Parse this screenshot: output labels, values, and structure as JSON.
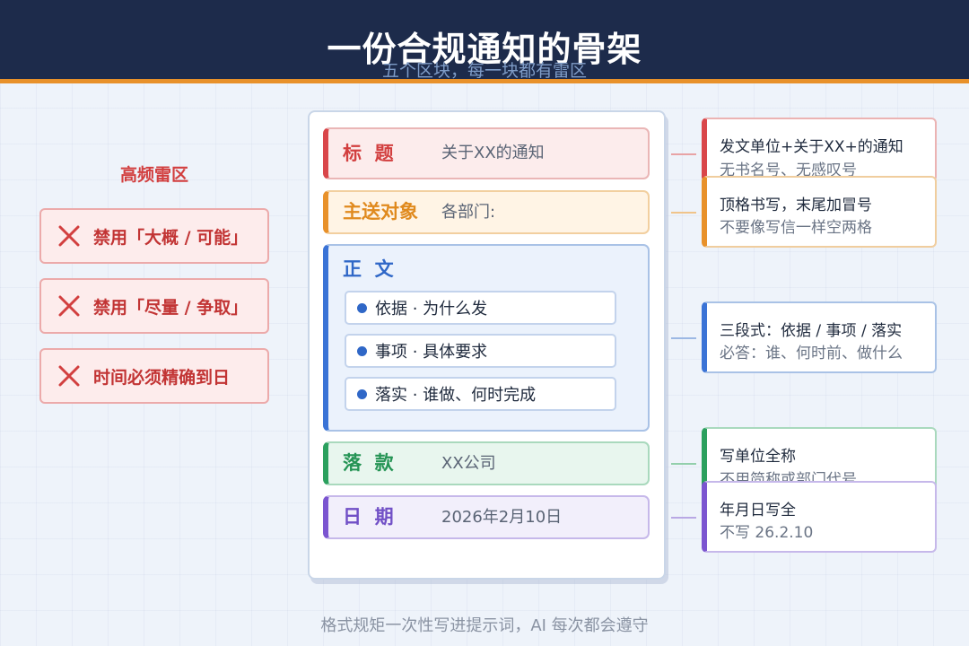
{
  "header": {
    "title": "一份合规通知的骨架",
    "subtitle": "五个区块，每一块都有雷区"
  },
  "warnings": {
    "title": "高频雷区",
    "items": [
      "禁用「大概 / 可能」",
      "禁用「尽量 / 争取」",
      "时间必须精确到日"
    ]
  },
  "document": {
    "title_section": {
      "label": "标  题",
      "value": "关于XX的通知"
    },
    "recipient_section": {
      "label": "主送对象",
      "value": "各部门:"
    },
    "body_section": {
      "label": "正  文",
      "items": [
        "依据 · 为什么发",
        "事项 · 具体要求",
        "落实 · 谁做、何时完成"
      ]
    },
    "signature_section": {
      "label": "落  款",
      "value": "XX公司"
    },
    "date_section": {
      "label": "日  期",
      "value": "2026年2月10日"
    }
  },
  "notes": {
    "title_note": {
      "line1": "发文单位+关于XX+的通知",
      "line2": "无书名号、无感叹号"
    },
    "recipient_note": {
      "line1": "顶格书写，末尾加冒号",
      "line2": "不要像写信一样空两格"
    },
    "body_note": {
      "line1": "三段式：依据 / 事项 / 落实",
      "line2": "必答：谁、何时前、做什么"
    },
    "signature_note": {
      "line1": "写单位全称",
      "line2": "不用简称或部门代号"
    },
    "date_note": {
      "line1": "年月日写全",
      "line2": "不写 26.2.10"
    }
  },
  "footer": {
    "text": "格式规矩一次性写进提示词，AI 每次都会遵守"
  },
  "icons": {
    "warning_icon": "x-icon",
    "bullet_icon": "dot-icon"
  },
  "colors": {
    "header_bg": "#1d2b4b",
    "header_accent": "#e8912a",
    "red": "#d9464a",
    "orange": "#e8912a",
    "blue": "#3a73d6",
    "green": "#2ba05e",
    "purple": "#7b55d0"
  }
}
